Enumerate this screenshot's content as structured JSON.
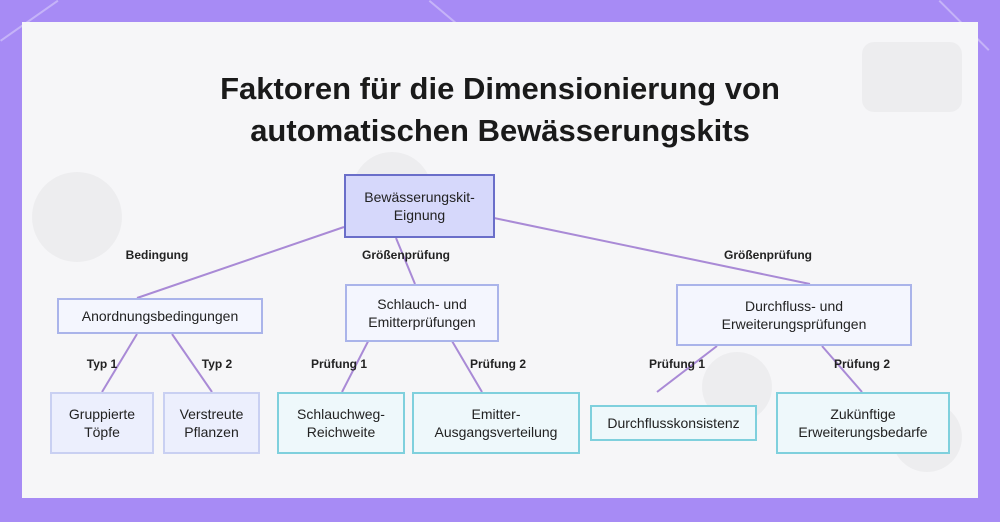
{
  "title": {
    "line1": "Faktoren für die Dimensionierung von",
    "line2": "automatischen Bewässerungskits"
  },
  "nodes": {
    "root": "Bewässerungskit-\nEignung",
    "arrangement": "Anordnungsbedingungen",
    "hose": "Schlauch- und\nEmitterprüfungen",
    "flow": "Durchfluss- und\nErweiterungsprüfungen",
    "grouped": "Gruppierte\nTöpfe",
    "scattered": "Verstreute\nPflanzen",
    "hose_reach": "Schlauchweg-\nReichweite",
    "emitter_dist": "Emitter-\nAusgangsverteilung",
    "flow_consistency": "Durchflusskonsistenz",
    "future_expansion": "Zukünftige\nErweiterungsbedarfe"
  },
  "edge_labels": {
    "root_arrangement": "Bedingung",
    "root_hose": "Größenprüfung",
    "root_flow": "Größenprüfung",
    "type1": "Typ 1",
    "type2": "Typ 2",
    "hose_check1": "Prüfung 1",
    "hose_check2": "Prüfung 2",
    "flow_check1": "Prüfung 1",
    "flow_check2": "Prüfung 2"
  },
  "colors": {
    "background": "#a78bf5",
    "edge": "#a98ad6",
    "root_fill": "#d6d8fb",
    "leaf_cyan_border": "#7fd0dd"
  }
}
